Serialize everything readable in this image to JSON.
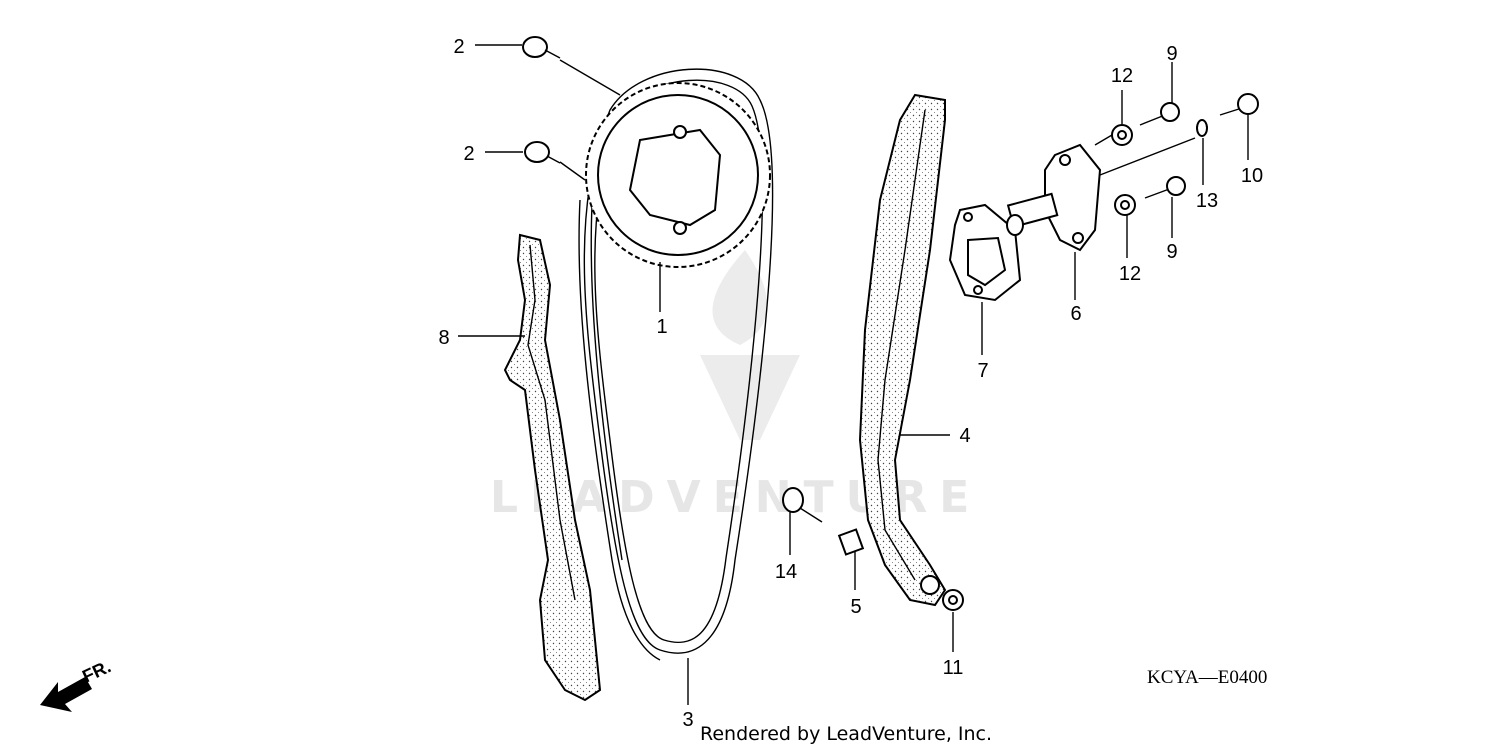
{
  "diagram": {
    "callouts": [
      "1",
      "2",
      "2",
      "3",
      "4",
      "5",
      "6",
      "7",
      "8",
      "9",
      "9",
      "10",
      "11",
      "12",
      "12",
      "13",
      "14"
    ],
    "code": "KCYA—E0400",
    "credit": "Rendered by LeadVenture, Inc.",
    "watermark": "LEADVENTURE",
    "direction_label": "FR."
  }
}
